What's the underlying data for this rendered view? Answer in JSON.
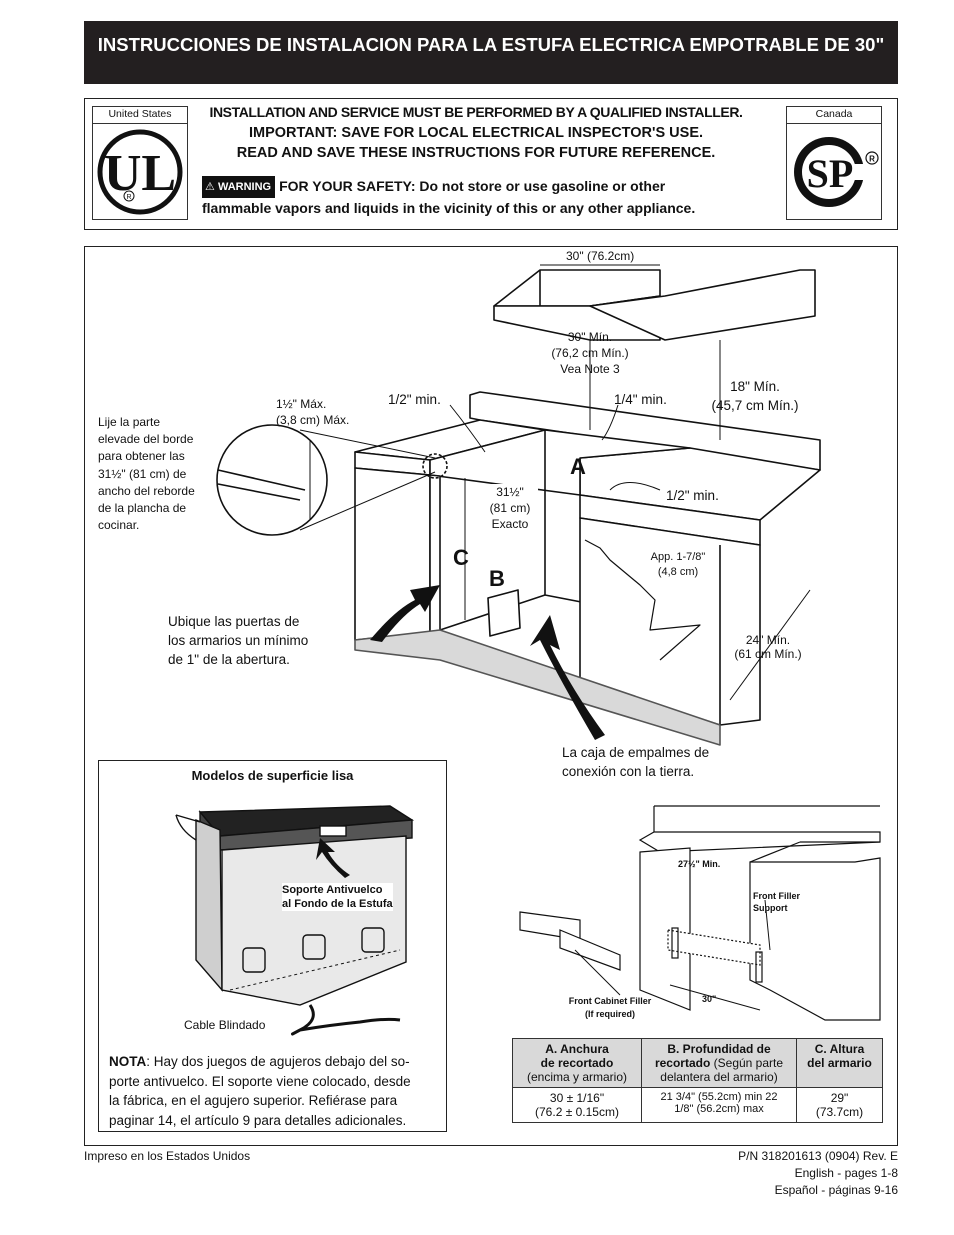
{
  "title": "INSTRUCCIONES DE INSTALACION PARA LA ESTUFA ELECTRICA EMPOTRABLE DE 30\"",
  "header": {
    "us_label": "United States",
    "ca_label": "Canada",
    "line1": "INSTALLATION AND SERVICE MUST BE PERFORMED BY A QUALIFIED INSTALLER.",
    "line2": "IMPORTANT: SAVE FOR LOCAL ELECTRICAL INSPECTOR'S USE.",
    "line3": "READ AND SAVE THESE INSTRUCTIONS FOR FUTURE REFERENCE.",
    "warning_tag": "WARNING",
    "warning_text_bold": "FOR YOUR SAFETY: Do not store or use gasoline or other",
    "warning_text_2": "flammable vapors and liquids in the vicinity of this or any other appliance.",
    "ul_logo_text": "UL",
    "csa_logo_text": "SP"
  },
  "diagram": {
    "dim_width": "30\" (76.2cm)",
    "dim_30min_1": "30\" Mín.",
    "dim_30min_2": "(76,2 cm Mín.)",
    "dim_30min_3": "Vea Note 3",
    "dim_18min_1": "18\" Mín.",
    "dim_18min_2": "(45,7 cm Mín.)",
    "half_min_left": "1/2\" min.",
    "quarter_min": "1/4\" min.",
    "half_min_right": "1/2\" min.",
    "max_1": "1½\" Máx.",
    "max_2": "(3,8 cm) Máx.",
    "lije": [
      "Lije la parte",
      "elevade del borde",
      "para obtener las",
      "31½\" (81 cm) de",
      "ancho del reborde",
      "de la plancha de",
      "cocinar."
    ],
    "exact_1": "31½\"",
    "exact_2": "(81 cm)",
    "exact_3": "Exacto",
    "app_1": "App. 1-7/8\"",
    "app_2": "(4,8 cm)",
    "min24_1": "24\" Mín.",
    "min24_2": "(61 cm Mín.)",
    "label_a": "A",
    "label_b": "B",
    "label_c": "C",
    "ubique": [
      "Ubique las puertas de",
      "los armarios un mínimo",
      "de 1\" de la abertura."
    ],
    "caja": [
      "La caja de empalmes de",
      "conexión con la tierra."
    ]
  },
  "inset": {
    "title": "Modelos de superficie lisa",
    "soporte_1": "Soporte Antivuelco",
    "soporte_2": "al Fondo de la Estufa",
    "cable": "Cable Blindado",
    "nota_label": "NOTA",
    "nota_lines": [
      ":  Hay dos juegos de agujeros debajo del so-",
      "porte antivuelco.  El soporte viene colocado, desde",
      "la fábrica, en el agujero superior. Refiérase para",
      "paginar 14, el artículo 9 para detalles adicionales."
    ]
  },
  "small_diagram": {
    "min_2712": "27½\" Min.",
    "ffs_1": "Front Filler",
    "ffs_2": "Support",
    "fcf_1": "Front Cabinet Filler",
    "fcf_2": "(If required)",
    "dim_30": "30\""
  },
  "table": {
    "headers": [
      {
        "bold": "A. Anchura",
        "bold2": "de recortado",
        "normal": "(encima y armario)"
      },
      {
        "bold": "B. Profundidad de",
        "bold2": "recortado",
        "normal": " (Según parte delantera del armario)"
      },
      {
        "bold": "C. Altura",
        "bold2": "del armario",
        "normal": ""
      }
    ],
    "row": [
      [
        "30 ± 1/16\"",
        "(76.2 ± 0.15cm)"
      ],
      [
        "21 3/4\" (55.2cm) min 22",
        "1/8\" (56.2cm) max"
      ],
      [
        "29\"",
        "(73.7cm)"
      ]
    ]
  },
  "footer": {
    "left": "Impreso en los Estados Unidos",
    "right_1": "P/N 318201613 (0904) Rev. E",
    "right_2": "English - pages 1-8",
    "right_3": "Español - páginas 9-16"
  }
}
